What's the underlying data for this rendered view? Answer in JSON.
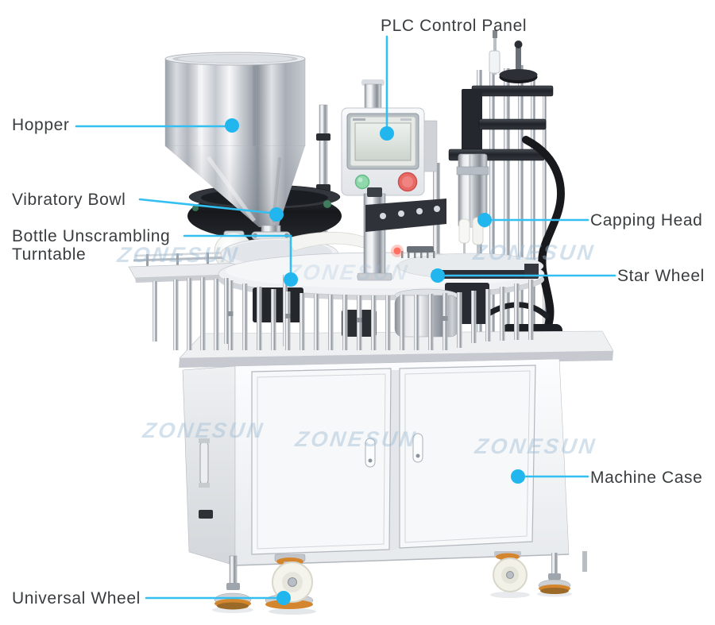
{
  "labels": {
    "plc": "PLC Control Panel",
    "hopper": "Hopper",
    "vibratory_bowl": "Vibratory Bowl",
    "bottle_unscrambling": "Bottle Unscrambling Turntable",
    "capping_head": "Capping Head",
    "star_wheel": "Star Wheel",
    "machine_case": "Machine Case",
    "universal_wheel": "Universal Wheel"
  },
  "watermark": {
    "text": "ZONESUN"
  },
  "colors": {
    "annotation_line": "#33bff2",
    "annotation_dot": "#22b6ef",
    "label_text": "#3a3d3f",
    "watermark": "#9fbdd6",
    "button_green": "#8ed8ab",
    "button_red": "#e86a66",
    "wheel_accent_orange": "#d4862e"
  }
}
